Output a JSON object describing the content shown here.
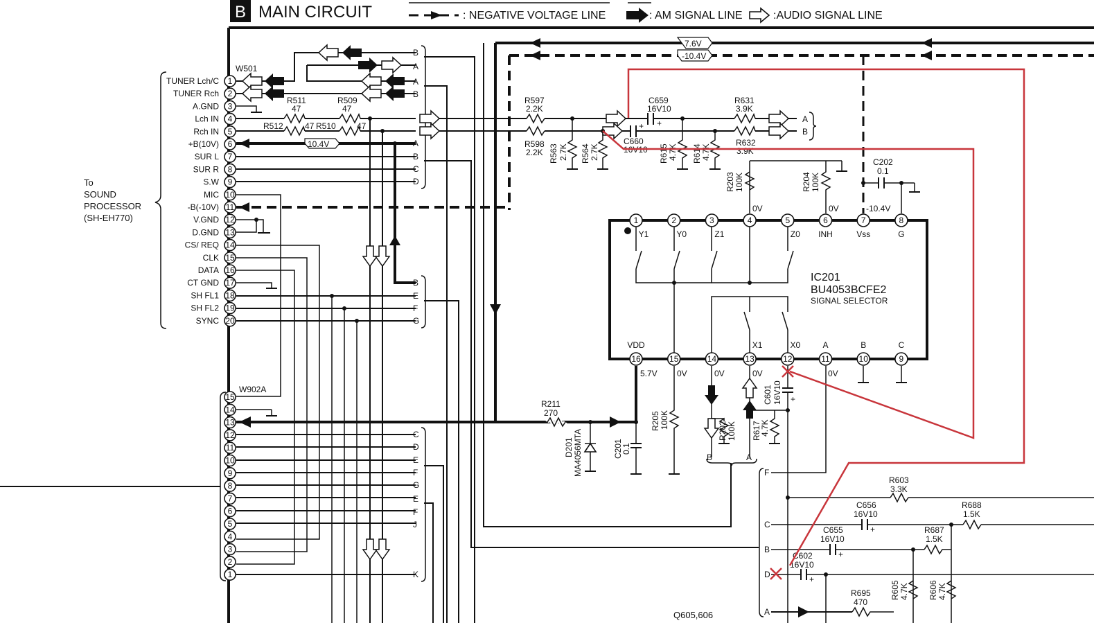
{
  "header": {
    "section_letter": "B",
    "title": "MAIN CIRCUIT",
    "legend": {
      "negative_voltage": ": NEGATIVE VOLTAGE LINE",
      "am_signal": ": AM SIGNAL LINE",
      "audio_signal": ":AUDIO SIGNAL LINE"
    }
  },
  "destination": {
    "line1": "To",
    "line2": "SOUND",
    "line3": "PROCESSOR",
    "line4": "(SH-EH770)"
  },
  "connectors": {
    "w501": {
      "label": "W501",
      "pins": [
        {
          "num": "1",
          "name": "TUNER Lch/C"
        },
        {
          "num": "2",
          "name": "TUNER Rch"
        },
        {
          "num": "3",
          "name": "A.GND"
        },
        {
          "num": "4",
          "name": "Lch IN"
        },
        {
          "num": "5",
          "name": "Rch IN"
        },
        {
          "num": "6",
          "name": "+B(10V)"
        },
        {
          "num": "7",
          "name": "SUR L"
        },
        {
          "num": "8",
          "name": "SUR R"
        },
        {
          "num": "9",
          "name": "S.W"
        },
        {
          "num": "10",
          "name": "MIC"
        },
        {
          "num": "11",
          "name": "-B(-10V)"
        },
        {
          "num": "12",
          "name": "V.GND"
        },
        {
          "num": "13",
          "name": "D.GND"
        },
        {
          "num": "14",
          "name": "CS/ REQ"
        },
        {
          "num": "15",
          "name": "CLK"
        },
        {
          "num": "16",
          "name": "DATA"
        },
        {
          "num": "17",
          "name": "CT GND"
        },
        {
          "num": "18",
          "name": "SH FL1"
        },
        {
          "num": "19",
          "name": "SH FL2"
        },
        {
          "num": "20",
          "name": "SYNC"
        }
      ]
    },
    "w902a": {
      "label": "W902A",
      "pins": [
        "15",
        "14",
        "13",
        "12",
        "11",
        "10",
        "9",
        "8",
        "7",
        "6",
        "5",
        "4",
        "3",
        "2",
        "1"
      ]
    }
  },
  "bus_letters": {
    "top": [
      "B",
      "A",
      "A",
      "B",
      "A",
      "B",
      "C",
      "D"
    ],
    "mid": [
      "B",
      "E",
      "F",
      "G"
    ],
    "bottom": [
      "C",
      "D",
      "E",
      "F",
      "G",
      "E",
      "F",
      "J",
      "K"
    ],
    "right_out": [
      "A",
      "B"
    ],
    "right_low": [
      "F",
      "C",
      "B",
      "D",
      "A"
    ],
    "pot_ba": [
      "B",
      "A"
    ]
  },
  "voltages": {
    "top_76": "7.6V",
    "top_104": "-10.4V",
    "plus_b": "10.4V",
    "vdd": "5.7V",
    "pin15": "0V",
    "pin14": "0V",
    "pin13": "0V",
    "pin11": "0V",
    "pin4": "0V",
    "pin6": "0V",
    "pin7": "-10.4V"
  },
  "components": {
    "r511": {
      "ref": "R511",
      "val": "47"
    },
    "r509": {
      "ref": "R509",
      "val": "47"
    },
    "r512": {
      "ref": "R512",
      "val": "47"
    },
    "r510": {
      "ref": "R510",
      "val": "47"
    },
    "r597": {
      "ref": "R597",
      "val": "2.2K"
    },
    "r598": {
      "ref": "R598",
      "val": "2.2K"
    },
    "c659": {
      "ref": "C659",
      "val": "16V10"
    },
    "c660": {
      "ref": "C660",
      "val": "16V10"
    },
    "r631": {
      "ref": "R631",
      "val": "3.9K"
    },
    "r632": {
      "ref": "R632",
      "val": "3.9K"
    },
    "r563": {
      "ref": "R563",
      "val": "2.7K"
    },
    "r564": {
      "ref": "R564",
      "val": "2.7K"
    },
    "r615": {
      "ref": "R615",
      "val": "4.7K"
    },
    "r614": {
      "ref": "R614",
      "val": "4.7K"
    },
    "r203": {
      "ref": "R203",
      "val": "100K"
    },
    "r204": {
      "ref": "R204",
      "val": "100K"
    },
    "c202": {
      "ref": "C202",
      "val": "0.1"
    },
    "r211": {
      "ref": "R211",
      "val": "270"
    },
    "d201": {
      "ref": "D201",
      "val": "MA4056MTA"
    },
    "c201": {
      "ref": "C201",
      "val": "0.1"
    },
    "r205": {
      "ref": "R205",
      "val": "100K"
    },
    "r202": {
      "ref": "R202",
      "val": "100K"
    },
    "r617": {
      "ref": "R617",
      "val": "4.7K"
    },
    "c601": {
      "ref": "C601",
      "val": "16V10"
    },
    "r603": {
      "ref": "R603",
      "val": "3.3K"
    },
    "c656": {
      "ref": "C656",
      "val": "16V10"
    },
    "r688": {
      "ref": "R688",
      "val": "1.5K"
    },
    "c655": {
      "ref": "C655",
      "val": "16V10"
    },
    "r687": {
      "ref": "R687",
      "val": "1.5K"
    },
    "c602": {
      "ref": "C602",
      "val": "16V10"
    },
    "r695": {
      "ref": "R695",
      "val": "470"
    },
    "r605": {
      "ref": "R605",
      "val": "4.7K"
    },
    "r606": {
      "ref": "R606",
      "val": "4.7K"
    },
    "q605": {
      "ref": "Q605,606"
    }
  },
  "ic201": {
    "ref": "IC201",
    "part": "BU4053BCFE2",
    "desc": "SIGNAL SELECTOR",
    "top_pins": [
      {
        "num": "1",
        "name": "Y1"
      },
      {
        "num": "2",
        "name": "Y0"
      },
      {
        "num": "3",
        "name": "Z1"
      },
      {
        "num": "4",
        "name": ""
      },
      {
        "num": "5",
        "name": "Z0"
      },
      {
        "num": "6",
        "name": "INH"
      },
      {
        "num": "7",
        "name": "Vss"
      },
      {
        "num": "8",
        "name": "G"
      }
    ],
    "bottom_pins": [
      {
        "num": "16",
        "name": "VDD"
      },
      {
        "num": "15",
        "name": ""
      },
      {
        "num": "14",
        "name": ""
      },
      {
        "num": "13",
        "name": "X1"
      },
      {
        "num": "12",
        "name": "X0"
      },
      {
        "num": "11",
        "name": "A"
      },
      {
        "num": "10",
        "name": "B"
      },
      {
        "num": "9",
        "name": "C"
      }
    ]
  },
  "colors": {
    "ink": "#111111",
    "annotation_red": "#c8353b",
    "background": "#ffffff"
  }
}
